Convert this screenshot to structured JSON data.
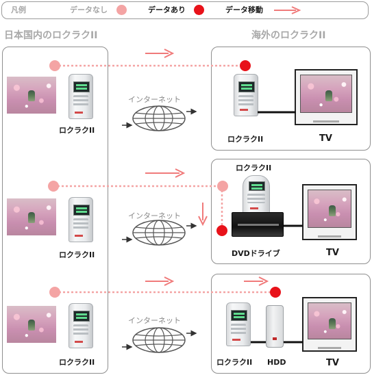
{
  "legend": {
    "title": "凡例",
    "no_data": "データなし",
    "has_data": "データあり",
    "data_move": "データ移動"
  },
  "titles": {
    "domestic": "日本国内のロクラクII",
    "overseas": "海外のロクラクII"
  },
  "labels": {
    "internet": "インターネット",
    "rokuraku": "ロクラクII",
    "tv": "TV",
    "dvd_drive": "DVDドライブ",
    "hdd": "HDD"
  },
  "colors": {
    "no_data_dot": "#f4a4a4",
    "has_data_dot": "#e8121a",
    "move_arrow": "#f07a7a",
    "dotted_line": "#f4a4a4",
    "box_border": "#8e8e8e",
    "title_grey": "#a8a8a8"
  },
  "icons": [
    "flower-photo-icon",
    "rokuraku-device-icon",
    "globe-icon",
    "tv-icon",
    "dvd-drive-icon",
    "hdd-icon"
  ]
}
